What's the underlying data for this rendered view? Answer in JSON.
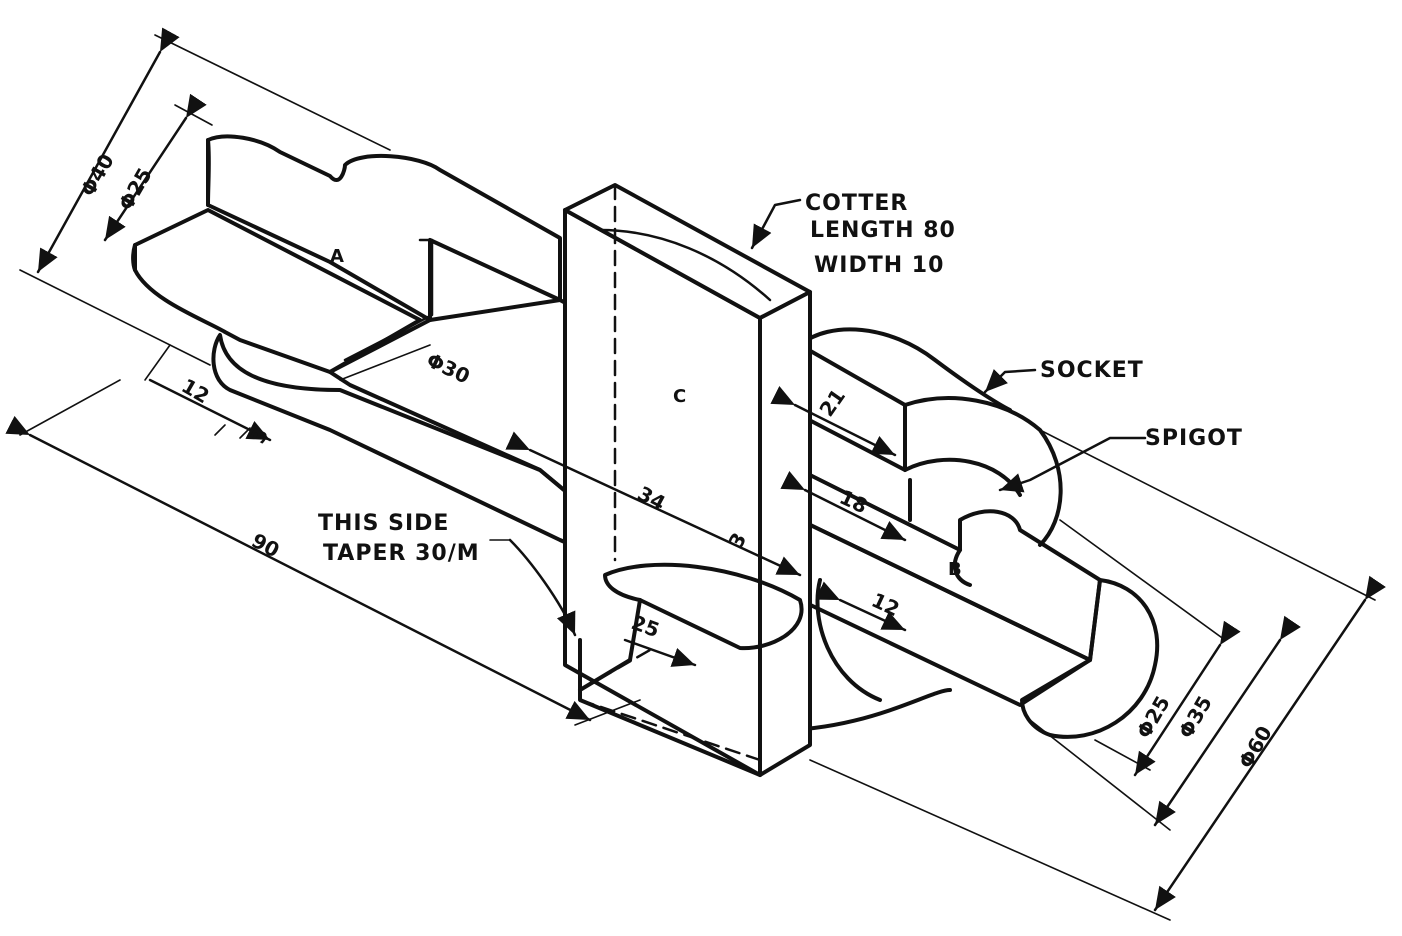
{
  "colors": {
    "ink": "#111111",
    "paper": "#ffffff"
  },
  "notes": {
    "cotter_line1": "COTTER",
    "cotter_line2": "LENGTH 80",
    "cotter_line3": "WIDTH 10",
    "socket": "SOCKET",
    "spigot": "SPIGOT",
    "taper_line1": "THIS SIDE",
    "taper_line2": "TAPER 30/M"
  },
  "parts": {
    "a": "A",
    "b": "B",
    "c": "C"
  },
  "dimensions": {
    "d40": "Φ40",
    "d25_left": "Φ25",
    "d30": "Φ30",
    "len12_left": "12",
    "len3_left": "3",
    "len90": "90",
    "len34": "34",
    "len3_mid": "3",
    "len25": "25",
    "len21": "21",
    "len18": "18",
    "len12_right": "12",
    "d25_right": "Φ25",
    "d35": "Φ35",
    "d60": "Φ60"
  }
}
